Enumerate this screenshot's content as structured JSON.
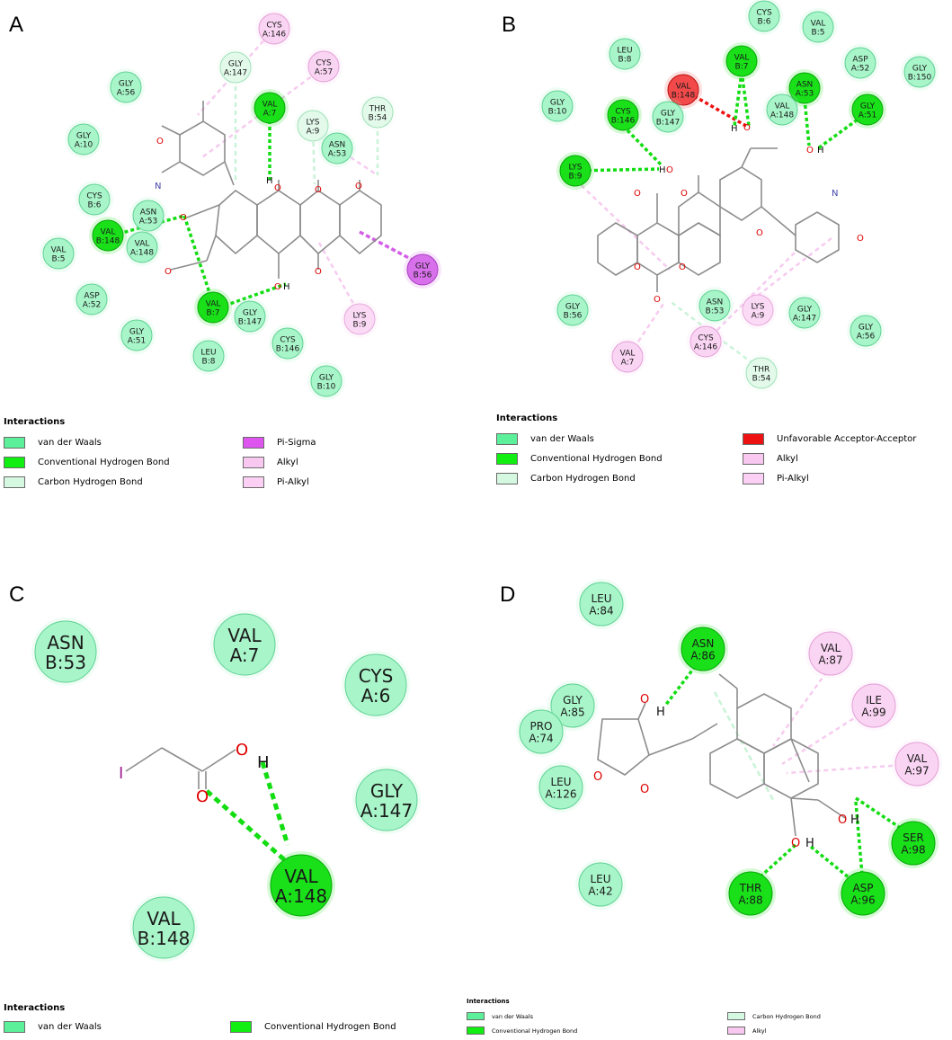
{
  "colors": {
    "vdw": "#8ef0b8",
    "vdw_stroke": "#5fd193",
    "hbond": "#11dd11",
    "hbond_stroke": "#06a806",
    "chb": "#d6f7e2",
    "pisigma": "#d45ee8",
    "alkyl": "#f6cbef",
    "pialkyl": "#fbd3f5",
    "unfav": "#ee1111"
  },
  "panels": [
    {
      "letter": "A",
      "legend": {
        "title": "Interactions",
        "items": [
          {
            "label": "van der Waals",
            "color": "#5cf09a"
          },
          {
            "label": "Conventional Hydrogen Bond",
            "color": "#11ee11"
          },
          {
            "label": "Carbon Hydrogen Bond",
            "color": "#d5f8e0"
          },
          {
            "label": "Pi-Sigma",
            "color": "#dd55ee"
          },
          {
            "label": "Alkyl",
            "color": "#f8c8f0"
          },
          {
            "label": "Pi-Alkyl",
            "color": "#fbd0f4"
          }
        ]
      },
      "residues": [
        {
          "name": "CYS",
          "num": "A:146",
          "type": "alkyl"
        },
        {
          "name": "GLY",
          "num": "A:147",
          "type": "chb"
        },
        {
          "name": "CYS",
          "num": "A:57",
          "type": "alkyl"
        },
        {
          "name": "GLY",
          "num": "A:56",
          "type": "vdw"
        },
        {
          "name": "VAL",
          "num": "A:7",
          "type": "hbond"
        },
        {
          "name": "LYS",
          "num": "A:9",
          "type": "chb"
        },
        {
          "name": "THR",
          "num": "B:54",
          "type": "chb"
        },
        {
          "name": "GLY",
          "num": "A:10",
          "type": "vdw"
        },
        {
          "name": "ASN",
          "num": "A:53",
          "type": "vdw"
        },
        {
          "name": "CYS",
          "num": "B:6",
          "type": "vdw"
        },
        {
          "name": "ASN",
          "num": "A:53",
          "type": "vdw"
        },
        {
          "name": "VAL",
          "num": "B:148",
          "type": "hbond"
        },
        {
          "name": "VAL",
          "num": "A:148",
          "type": "vdw"
        },
        {
          "name": "VAL",
          "num": "B:5",
          "type": "vdw"
        },
        {
          "name": "GLY",
          "num": "B:56",
          "type": "pisigma"
        },
        {
          "name": "ASP",
          "num": "A:52",
          "type": "vdw"
        },
        {
          "name": "VAL",
          "num": "B:7",
          "type": "hbond"
        },
        {
          "name": "GLY",
          "num": "B:147",
          "type": "vdw"
        },
        {
          "name": "LYS",
          "num": "B:9",
          "type": "pialkyl"
        },
        {
          "name": "GLY",
          "num": "A:51",
          "type": "vdw"
        },
        {
          "name": "LEU",
          "num": "B:8",
          "type": "vdw"
        },
        {
          "name": "CYS",
          "num": "B:146",
          "type": "vdw"
        },
        {
          "name": "GLY",
          "num": "B:10",
          "type": "vdw"
        }
      ]
    },
    {
      "letter": "B",
      "legend": {
        "title": "Interactions",
        "items": [
          {
            "label": "van der Waals",
            "color": "#5cf09a"
          },
          {
            "label": "Conventional Hydrogen Bond",
            "color": "#11ee11"
          },
          {
            "label": "Carbon Hydrogen Bond",
            "color": "#d5f8e0"
          },
          {
            "label": "Unfavorable Acceptor-Acceptor",
            "color": "#ee1111"
          },
          {
            "label": "Alkyl",
            "color": "#f8c8f0"
          },
          {
            "label": "Pi-Alkyl",
            "color": "#fbd0f4"
          }
        ]
      },
      "residues": [
        {
          "name": "CYS",
          "num": "B:6",
          "type": "vdw"
        },
        {
          "name": "VAL",
          "num": "B:5",
          "type": "vdw"
        },
        {
          "name": "LEU",
          "num": "B:8",
          "type": "vdw"
        },
        {
          "name": "VAL",
          "num": "B:7",
          "type": "hbond"
        },
        {
          "name": "ASP",
          "num": "A:52",
          "type": "vdw"
        },
        {
          "name": "GLY",
          "num": "B:150",
          "type": "vdw"
        },
        {
          "name": "VAL",
          "num": "B:148",
          "type": "unfav"
        },
        {
          "name": "ASN",
          "num": "A:53",
          "type": "hbond"
        },
        {
          "name": "GLY",
          "num": "B:10",
          "type": "vdw"
        },
        {
          "name": "CYS",
          "num": "B:146",
          "type": "hbond"
        },
        {
          "name": "GLY",
          "num": "B:147",
          "type": "vdw"
        },
        {
          "name": "VAL",
          "num": "A:148",
          "type": "vdw"
        },
        {
          "name": "GLY",
          "num": "A:51",
          "type": "hbond"
        },
        {
          "name": "LYS",
          "num": "B:9",
          "type": "hbond"
        },
        {
          "name": "GLY",
          "num": "B:56",
          "type": "vdw"
        },
        {
          "name": "ASN",
          "num": "B:53",
          "type": "vdw"
        },
        {
          "name": "LYS",
          "num": "A:9",
          "type": "pialkyl"
        },
        {
          "name": "GLY",
          "num": "A:147",
          "type": "vdw"
        },
        {
          "name": "GLY",
          "num": "A:56",
          "type": "vdw"
        },
        {
          "name": "VAL",
          "num": "A:7",
          "type": "alkyl"
        },
        {
          "name": "CYS",
          "num": "A:146",
          "type": "alkyl"
        },
        {
          "name": "THR",
          "num": "B:54",
          "type": "chb"
        }
      ]
    },
    {
      "letter": "C",
      "legend": {
        "title": "Interactions",
        "items": [
          {
            "label": "van der Waals",
            "color": "#5cf09a"
          },
          {
            "label": "Conventional Hydrogen Bond",
            "color": "#11ee11"
          }
        ]
      },
      "residues": [
        {
          "name": "ASN",
          "num": "B:53",
          "type": "vdw"
        },
        {
          "name": "VAL",
          "num": "A:7",
          "type": "vdw"
        },
        {
          "name": "CYS",
          "num": "A:6",
          "type": "vdw"
        },
        {
          "name": "GLY",
          "num": "A:147",
          "type": "vdw"
        },
        {
          "name": "VAL",
          "num": "A:148",
          "type": "hbond"
        },
        {
          "name": "VAL",
          "num": "B:148",
          "type": "vdw"
        }
      ],
      "atoms": {
        "iodine": "I",
        "oxygen_h": "O",
        "hydrogen": "H",
        "carbonyl_o": "O"
      }
    },
    {
      "letter": "D",
      "legend": {
        "title": "Interactions",
        "items": [
          {
            "label": "van der Waals",
            "color": "#5cf09a"
          },
          {
            "label": "Conventional Hydrogen Bond",
            "color": "#11ee11"
          },
          {
            "label": "Carbon Hydrogen Bond",
            "color": "#d5f8e0"
          },
          {
            "label": "Alkyl",
            "color": "#f8c8f0"
          }
        ]
      },
      "residues": [
        {
          "name": "LEU",
          "num": "A:84",
          "type": "vdw"
        },
        {
          "name": "ASN",
          "num": "A:86",
          "type": "hbond"
        },
        {
          "name": "VAL",
          "num": "A:87",
          "type": "alkyl"
        },
        {
          "name": "GLY",
          "num": "A:85",
          "type": "vdw"
        },
        {
          "name": "ILE",
          "num": "A:99",
          "type": "alkyl"
        },
        {
          "name": "PRO",
          "num": "A:74",
          "type": "vdw"
        },
        {
          "name": "VAL",
          "num": "A:97",
          "type": "alkyl"
        },
        {
          "name": "LEU",
          "num": "A:126",
          "type": "vdw"
        },
        {
          "name": "SER",
          "num": "A:98",
          "type": "hbond"
        },
        {
          "name": "LEU",
          "num": "A:42",
          "type": "vdw"
        },
        {
          "name": "THR",
          "num": "A:88",
          "type": "hbond"
        },
        {
          "name": "ASP",
          "num": "A:96",
          "type": "hbond"
        }
      ]
    }
  ]
}
